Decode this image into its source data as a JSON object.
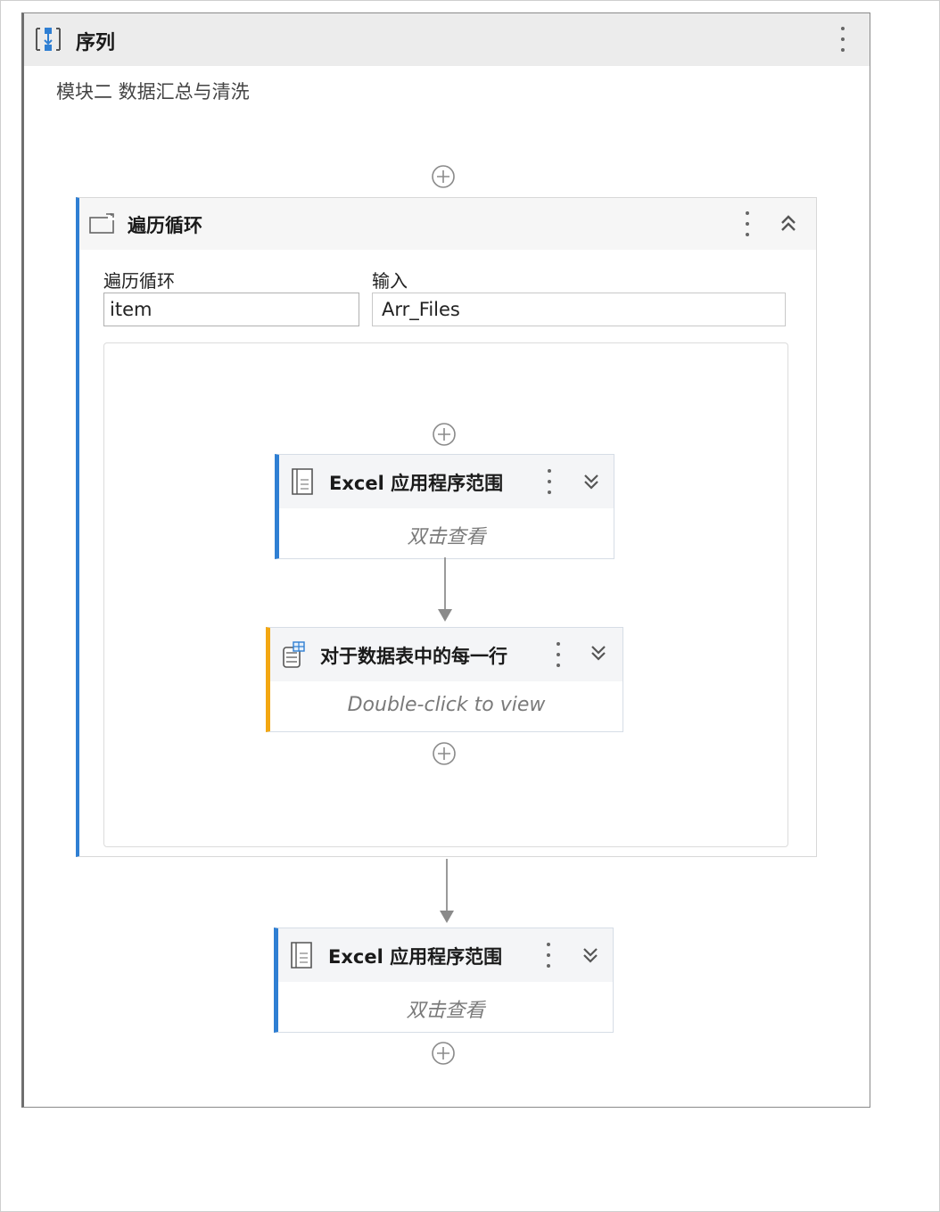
{
  "sequence": {
    "title": "序列",
    "description": "模块二 数据汇总与清洗",
    "icon": "sequence-icon",
    "kebab_icon": "more-vertical-icon"
  },
  "foreach": {
    "title": "遍历循环",
    "icon": "loop-icon",
    "collapse_icon": "chevron-double-up-icon",
    "item_label": "遍历循环",
    "item_value": "item",
    "input_label": "输入",
    "input_value": "Arr_Files"
  },
  "activities": [
    {
      "title": "Excel 应用程序范围",
      "subtitle": "双击查看",
      "icon": "excel-document-icon",
      "accent": "#2f7fd3"
    },
    {
      "title": "对于数据表中的每一行",
      "subtitle": "Double-click to view",
      "icon": "datatable-row-icon",
      "accent": "#f3a712"
    },
    {
      "title": "Excel 应用程序范围",
      "subtitle": "双击查看",
      "icon": "excel-document-icon",
      "accent": "#2f7fd3"
    }
  ],
  "colors": {
    "blue_accent": "#2f7fd3",
    "orange_accent": "#f3a712",
    "header_gray": "#ececec"
  }
}
